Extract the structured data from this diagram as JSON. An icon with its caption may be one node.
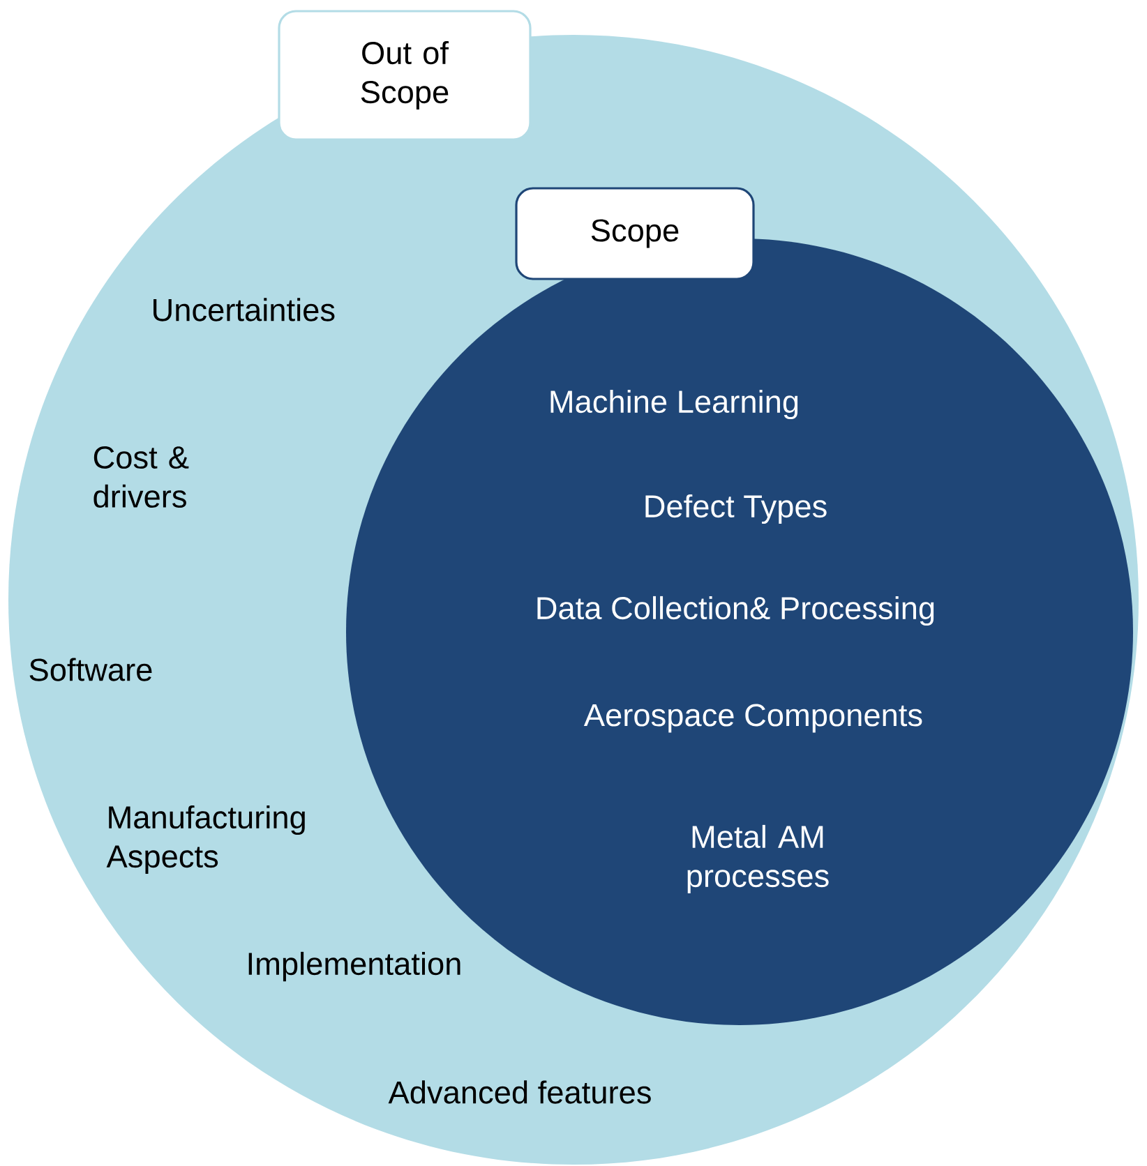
{
  "diagram": {
    "nodes": [
      {
        "text": [
          "Out of Scope",
          "Uncertainties",
          "Cost & drivers",
          "Software",
          "Manufacturing Aspects",
          "Implementation",
          "Advanced features"
        ]
      },
      {
        "text": [
          "Scope",
          "Machine Learning",
          "Defect Types",
          "Data Collection& Processing",
          "Aerospace Components",
          "Metal AM processes"
        ],
        "in": 0
      }
    ]
  }
}
